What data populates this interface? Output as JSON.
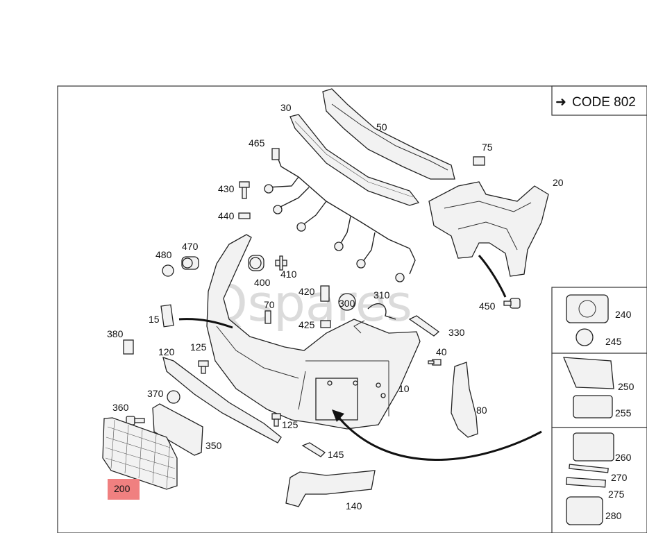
{
  "code_box": {
    "arrow": "➜",
    "text": "CODE 802"
  },
  "watermark": "Qspares",
  "highlight_color": "#f08080",
  "callouts": {
    "p30": "30",
    "p50": "50",
    "p465": "465",
    "p75": "75",
    "p20": "20",
    "p430": "430",
    "p440": "440",
    "p480": "480",
    "p470": "470",
    "p410": "410",
    "p400": "400",
    "p420": "420",
    "p300": "300",
    "p310": "310",
    "p70": "70",
    "p425": "425",
    "p450": "450",
    "p15": "15",
    "p330": "330",
    "p380": "380",
    "p120": "120",
    "p125a": "125",
    "p40": "40",
    "p10": "10",
    "p370": "370",
    "p360": "360",
    "p80": "80",
    "p125b": "125",
    "p350": "350",
    "p145": "145",
    "p200": "200",
    "p140": "140",
    "p240": "240",
    "p245": "245",
    "p250": "250",
    "p255": "255",
    "p260": "260",
    "p270": "270",
    "p275": "275",
    "p280": "280"
  }
}
